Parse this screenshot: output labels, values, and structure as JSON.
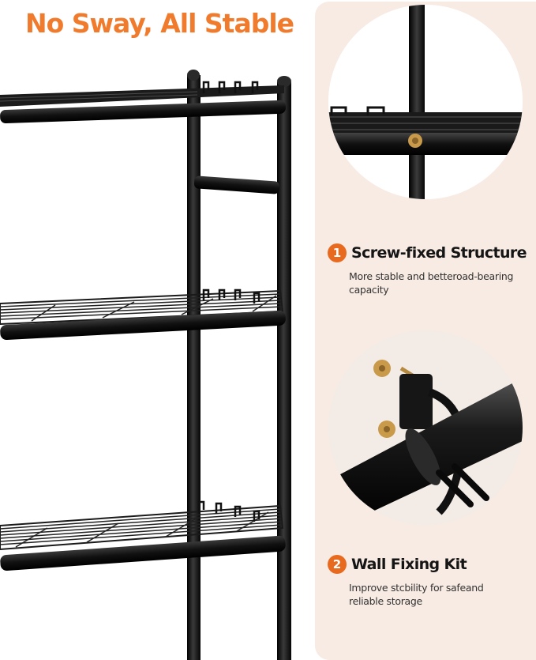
{
  "headline": "No Sway, All Stable",
  "features": [
    {
      "number": "1",
      "title": "Screw-fixed Structure",
      "description": "More stable and betteroad-bearing capacity"
    },
    {
      "number": "2",
      "title": "Wall Fixing Kit",
      "description": "Improve stcbility for safeand reliable storage"
    }
  ],
  "colors": {
    "accent": "#e86a1f",
    "headline": "#f07b2c",
    "panel_background": "#f8ebe3",
    "frame": "#151515",
    "brass": "#c89a4a"
  },
  "images": [
    {
      "name": "rack-photo",
      "depicts": "black metal wire shelf rack with four tiers and hooks"
    },
    {
      "name": "screw-joint-detail",
      "depicts": "close-up of frame joint with brass screw"
    },
    {
      "name": "wall-kit-detail",
      "depicts": "close-up of wall bracket and strap around black pole"
    }
  ]
}
